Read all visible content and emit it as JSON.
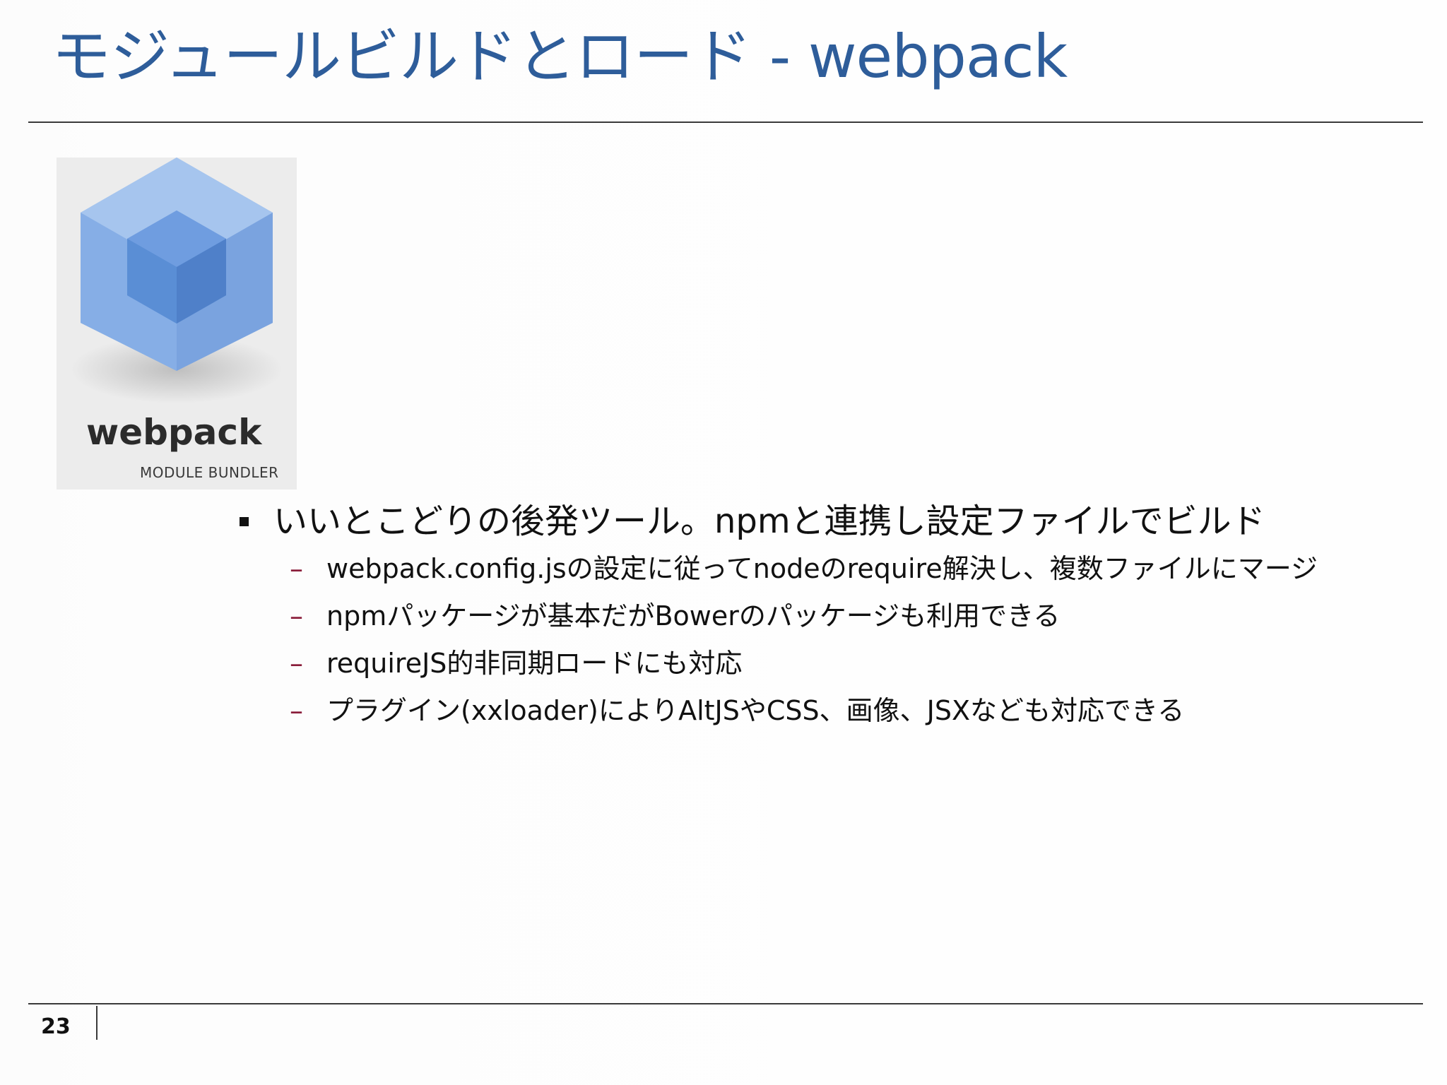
{
  "slide": {
    "title": "モジュールビルドとロード - webpack",
    "page_number": "23",
    "logo": {
      "wordmark": "webpack",
      "tagline": "MODULE BUNDLER",
      "colors": {
        "outer_cube": "#8cb3e8",
        "inner_cube": "#5b8fd6",
        "background": "#ececec"
      }
    },
    "bullets": [
      {
        "text": "いいとこどりの後発ツール。npmと連携し設定ファイルでビルド",
        "sub": [
          "webpack.config.jsの設定に従ってnodeのrequire解決し、複数ファイルにマージ",
          "npmパッケージが基本だがBowerのパッケージも利用できる",
          "requireJS的非同期ロードにも対応",
          "プラグイン(xxloader)によりAltJSやCSS、画像、JSXなども対応できる"
        ]
      }
    ],
    "colors": {
      "title": "#2e5d9a",
      "sub_bullet_dash": "#8a1d3a",
      "rules": "#3a3a3a"
    }
  }
}
